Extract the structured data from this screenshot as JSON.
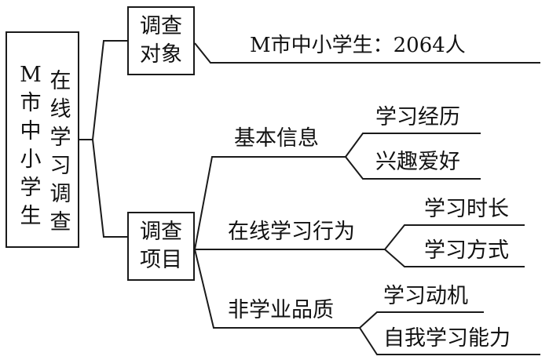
{
  "root": {
    "left_column": "M市中小学生",
    "right_column": "在线学习调查"
  },
  "survey_object": {
    "label_line1": "调查",
    "label_line2": "对象",
    "value": "M市中小学生：2064人"
  },
  "survey_items": {
    "label_line1": "调查",
    "label_line2": "项目",
    "groups": [
      {
        "name": "基本信息",
        "children": [
          "学习经历",
          "兴趣爱好"
        ]
      },
      {
        "name": "在线学习行为",
        "children": [
          "学习时长",
          "学习方式"
        ]
      },
      {
        "name": "非学业品质",
        "children": [
          "学习动机",
          "自我学习能力"
        ]
      }
    ]
  }
}
